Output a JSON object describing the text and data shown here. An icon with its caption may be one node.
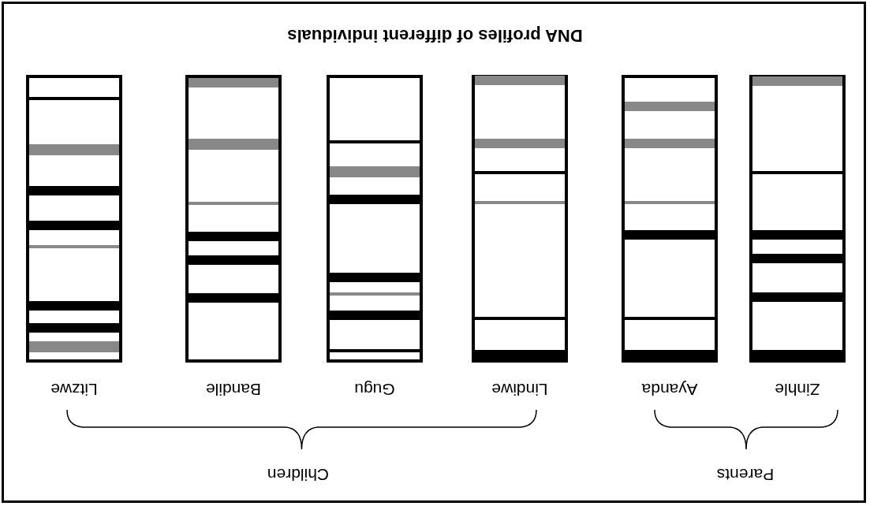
{
  "diagram": {
    "title": "DNA profiles of different individuals",
    "nodes": [
      {
        "text": [
          "Zinhle"
        ]
      },
      {
        "text": [
          "Ayanda"
        ]
      },
      {
        "text": [
          "Lindiwe"
        ]
      },
      {
        "text": [
          "Gugu"
        ]
      },
      {
        "text": [
          "Bandile"
        ]
      },
      {
        "text": [
          "Litzwe"
        ]
      }
    ],
    "labels": [
      "Parents",
      "Children"
    ]
  }
}
